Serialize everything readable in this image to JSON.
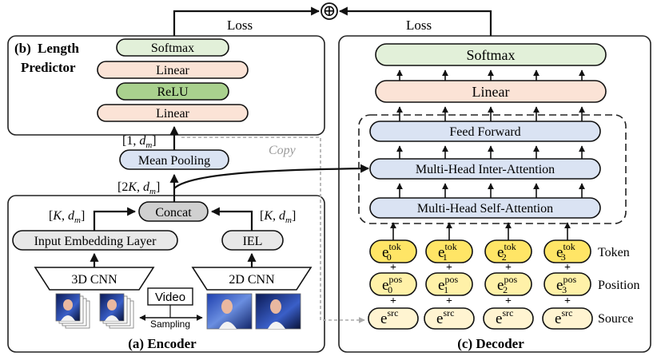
{
  "length_predictor": {
    "label_letter": "(b)",
    "title_line1": "Length",
    "title_line2": "Predictor",
    "layers": [
      "Softmax",
      "Linear",
      "ReLU",
      "Linear"
    ],
    "output_dim": "[1, d_m]",
    "loss": "Loss"
  },
  "encoder": {
    "caption": "(a) Encoder",
    "mean_pooling": "Mean Pooling",
    "pool_input_dim": "[2K, d_m]",
    "concat": "Concat",
    "left_dim": "[K, d_m]",
    "right_dim": "[K, d_m]",
    "input_embedding": "Input Embedding Layer",
    "iel": "IEL",
    "cnn3d": "3D CNN",
    "cnn2d": "2D CNN",
    "video": "Video",
    "sampling": "Sampling"
  },
  "decoder": {
    "caption": "(c) Decoder",
    "loss": "Loss",
    "softmax": "Softmax",
    "linear": "Linear",
    "feed_forward": "Feed Forward",
    "inter_attention": "Multi-Head Inter-Attention",
    "self_attention": "Multi-Head Self-Attention",
    "row_labels": [
      "Token",
      "Position",
      "Source"
    ],
    "token_embeddings": [
      {
        "base": "e",
        "sup": "tok",
        "sub": "0"
      },
      {
        "base": "e",
        "sup": "tok",
        "sub": "1"
      },
      {
        "base": "e",
        "sup": "tok",
        "sub": "2"
      },
      {
        "base": "e",
        "sup": "tok",
        "sub": "3"
      }
    ],
    "position_embeddings": [
      {
        "base": "e",
        "sup": "pos",
        "sub": "0"
      },
      {
        "base": "e",
        "sup": "pos",
        "sub": "1"
      },
      {
        "base": "e",
        "sup": "pos",
        "sub": "2"
      },
      {
        "base": "e",
        "sup": "pos",
        "sub": "3"
      }
    ],
    "source_embeddings": [
      {
        "base": "e",
        "sup": "src",
        "sub": ""
      },
      {
        "base": "e",
        "sup": "src",
        "sub": ""
      },
      {
        "base": "e",
        "sup": "src",
        "sub": ""
      },
      {
        "base": "e",
        "sup": "src",
        "sub": ""
      }
    ],
    "plus_sign": "+"
  },
  "combine_symbol": "⊕",
  "copy_label": "Copy",
  "colors": {
    "softmax": "#e2f0d9",
    "linear": "#fbe3d6",
    "relu": "#a9d18e",
    "blue": "#dae3f3",
    "gray": "#e8e8e8",
    "concat": "#d0d0d0",
    "token": "#ffe566",
    "position": "#fff1a8",
    "source": "#fff4d1"
  }
}
